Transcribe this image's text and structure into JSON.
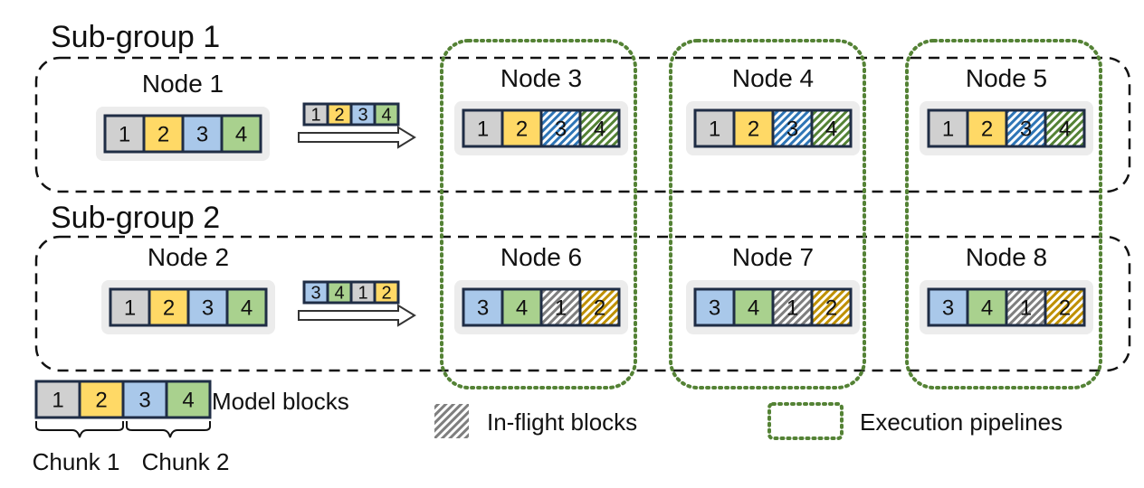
{
  "subgroups": [
    {
      "label": "Sub-group 1"
    },
    {
      "label": "Sub-group 2"
    }
  ],
  "nodes": [
    {
      "label": "Node 1",
      "blocks": [
        {
          "n": "1",
          "kind": "gray",
          "inflight": false
        },
        {
          "n": "2",
          "kind": "yellow",
          "inflight": false
        },
        {
          "n": "3",
          "kind": "blue",
          "inflight": false
        },
        {
          "n": "4",
          "kind": "green",
          "inflight": false
        }
      ]
    },
    {
      "label": "Node 3",
      "blocks": [
        {
          "n": "1",
          "kind": "gray",
          "inflight": false
        },
        {
          "n": "2",
          "kind": "yellow",
          "inflight": false
        },
        {
          "n": "3",
          "kind": "blue",
          "inflight": true
        },
        {
          "n": "4",
          "kind": "green",
          "inflight": true
        }
      ]
    },
    {
      "label": "Node 4",
      "blocks": [
        {
          "n": "1",
          "kind": "gray",
          "inflight": false
        },
        {
          "n": "2",
          "kind": "yellow",
          "inflight": false
        },
        {
          "n": "3",
          "kind": "blue",
          "inflight": true
        },
        {
          "n": "4",
          "kind": "green",
          "inflight": true
        }
      ]
    },
    {
      "label": "Node 5",
      "blocks": [
        {
          "n": "1",
          "kind": "gray",
          "inflight": false
        },
        {
          "n": "2",
          "kind": "yellow",
          "inflight": false
        },
        {
          "n": "3",
          "kind": "blue",
          "inflight": true
        },
        {
          "n": "4",
          "kind": "green",
          "inflight": true
        }
      ]
    },
    {
      "label": "Node 2",
      "blocks": [
        {
          "n": "1",
          "kind": "gray",
          "inflight": false
        },
        {
          "n": "2",
          "kind": "yellow",
          "inflight": false
        },
        {
          "n": "3",
          "kind": "blue",
          "inflight": false
        },
        {
          "n": "4",
          "kind": "green",
          "inflight": false
        }
      ]
    },
    {
      "label": "Node 6",
      "blocks": [
        {
          "n": "3",
          "kind": "blue",
          "inflight": false
        },
        {
          "n": "4",
          "kind": "green",
          "inflight": false
        },
        {
          "n": "1",
          "kind": "gray",
          "inflight": true
        },
        {
          "n": "2",
          "kind": "yellow",
          "inflight": true
        }
      ]
    },
    {
      "label": "Node 7",
      "blocks": [
        {
          "n": "3",
          "kind": "blue",
          "inflight": false
        },
        {
          "n": "4",
          "kind": "green",
          "inflight": false
        },
        {
          "n": "1",
          "kind": "gray",
          "inflight": true
        },
        {
          "n": "2",
          "kind": "yellow",
          "inflight": true
        }
      ]
    },
    {
      "label": "Node 8",
      "blocks": [
        {
          "n": "3",
          "kind": "blue",
          "inflight": false
        },
        {
          "n": "4",
          "kind": "green",
          "inflight": false
        },
        {
          "n": "1",
          "kind": "gray",
          "inflight": true
        },
        {
          "n": "2",
          "kind": "yellow",
          "inflight": true
        }
      ]
    }
  ],
  "transfers": [
    {
      "blocks": [
        {
          "n": "1",
          "kind": "gray"
        },
        {
          "n": "2",
          "kind": "yellow"
        },
        {
          "n": "3",
          "kind": "blue"
        },
        {
          "n": "4",
          "kind": "green"
        }
      ]
    },
    {
      "blocks": [
        {
          "n": "3",
          "kind": "blue"
        },
        {
          "n": "4",
          "kind": "green"
        },
        {
          "n": "1",
          "kind": "gray"
        },
        {
          "n": "2",
          "kind": "yellow"
        }
      ]
    }
  ],
  "legend": {
    "sample_blocks": [
      {
        "n": "1",
        "kind": "gray"
      },
      {
        "n": "2",
        "kind": "yellow"
      },
      {
        "n": "3",
        "kind": "blue"
      },
      {
        "n": "4",
        "kind": "green"
      }
    ],
    "model_blocks": "Model blocks",
    "chunk1": "Chunk 1",
    "chunk2": "Chunk 2",
    "inflight": "In-flight blocks",
    "pipelines": "Execution pipelines"
  },
  "colors": {
    "gray": "#d0d0d0",
    "yellow": "#ffd966",
    "blue": "#a9c8ea",
    "green": "#a9d18e",
    "block_border": "#1f2d45",
    "panel": "#ececec",
    "pipeline": "#548235",
    "subgroup_border": "#111111"
  }
}
